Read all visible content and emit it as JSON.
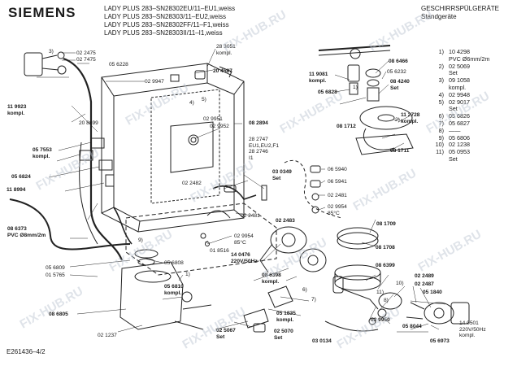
{
  "header": {
    "brand": "SIEMENS",
    "models": [
      "LADY PLUS 283–SN28302EU/11–EU1,weiss",
      "LADY PLUS 283–SN28303/11–EU2,weiss",
      "LADY PLUS 283–SN28302FF/11–F1,weiss",
      "LADY PLUS 283–SN28303II/11–I1,weiss"
    ],
    "category": "GESCHIRRSPÜLGERÄTE",
    "subcategory": "Standgeräte"
  },
  "labels": [
    {
      "id": "l1",
      "lines": [
        "3)"
      ]
    },
    {
      "id": "l2",
      "lines": [
        "02 2475"
      ]
    },
    {
      "id": "l3",
      "lines": [
        "02 7475"
      ]
    },
    {
      "id": "l4",
      "lines": [
        "05 6228"
      ]
    },
    {
      "id": "l5",
      "lines": [
        "02 9947"
      ]
    },
    {
      "id": "l6",
      "lines": [
        "28 3051",
        "kompl."
      ]
    },
    {
      "id": "l7",
      "lines": [
        "20 4587"
      ]
    },
    {
      "id": "l8",
      "lines": [
        "4)"
      ]
    },
    {
      "id": "l9",
      "lines": [
        "5)"
      ]
    },
    {
      "id": "l10",
      "lines": [
        "11 9923",
        "kompl."
      ],
      "bold": true
    },
    {
      "id": "l11",
      "lines": [
        "20 8699"
      ]
    },
    {
      "id": "l12",
      "lines": [
        "02 9951"
      ]
    },
    {
      "id": "l13",
      "lines": [
        "02 9952"
      ]
    },
    {
      "id": "l14",
      "lines": [
        "08 2894"
      ]
    },
    {
      "id": "l15",
      "lines": [
        "28 2747",
        "EU1,EU2,F1",
        "28 2746",
        "I1"
      ]
    },
    {
      "id": "l16",
      "lines": [
        "05 7553",
        "kompl."
      ],
      "bold": true
    },
    {
      "id": "l17",
      "lines": [
        "05 6824"
      ],
      "bold": true
    },
    {
      "id": "l18",
      "lines": [
        "02 2482"
      ]
    },
    {
      "id": "l19",
      "lines": [
        "03 0349",
        "Set"
      ],
      "bold": true
    },
    {
      "id": "l20",
      "lines": [
        "11 8994"
      ],
      "bold": true
    },
    {
      "id": "l21",
      "lines": [
        "02 2481"
      ]
    },
    {
      "id": "l22",
      "lines": [
        "02 2483"
      ],
      "bold": true
    },
    {
      "id": "l23",
      "lines": [
        "02 9954",
        "85°C"
      ]
    },
    {
      "id": "l24",
      "lines": [
        "01 8516"
      ]
    },
    {
      "id": "l25",
      "lines": [
        "08 6373",
        "PVC Ø8mm/2m"
      ],
      "bold": true
    },
    {
      "id": "l26",
      "lines": [
        "9)"
      ]
    },
    {
      "id": "l27",
      "lines": [
        "05 6809"
      ]
    },
    {
      "id": "l28",
      "lines": [
        "01 5765"
      ]
    },
    {
      "id": "l29",
      "lines": [
        "05 6808"
      ]
    },
    {
      "id": "l30",
      "lines": [
        "1)"
      ]
    },
    {
      "id": "l31",
      "lines": [
        "05 6810",
        "kompl."
      ],
      "bold": true
    },
    {
      "id": "l32",
      "lines": [
        "08 6805"
      ],
      "bold": true
    },
    {
      "id": "l33",
      "lines": [
        "02 1237"
      ]
    },
    {
      "id": "l34",
      "lines": [
        "02 5067",
        "Set"
      ],
      "bold": true
    },
    {
      "id": "l35",
      "lines": [
        "05 1835",
        "kompl."
      ],
      "bold": true
    },
    {
      "id": "l36",
      "lines": [
        "02 5070",
        "Set"
      ],
      "bold": true
    },
    {
      "id": "l37",
      "lines": [
        "03 0134"
      ],
      "bold": true
    },
    {
      "id": "l38",
      "lines": [
        "14 0476",
        "220V/50Hz"
      ],
      "bold": true
    },
    {
      "id": "l39",
      "lines": [
        "08 6398",
        "kompl."
      ],
      "bold": true
    },
    {
      "id": "l40",
      "lines": [
        "6)"
      ]
    },
    {
      "id": "l41",
      "lines": [
        "7)"
      ]
    },
    {
      "id": "l42",
      "lines": [
        "08 6466"
      ],
      "bold": true
    },
    {
      "id": "l43",
      "lines": [
        "11 9081",
        "kompl."
      ],
      "bold": true
    },
    {
      "id": "l44",
      "lines": [
        "1)"
      ]
    },
    {
      "id": "l45",
      "lines": [
        "05 6828"
      ],
      "bold": true
    },
    {
      "id": "l46",
      "lines": [
        "05 6232"
      ]
    },
    {
      "id": "l47",
      "lines": [
        "08 4240",
        "Set"
      ],
      "bold": true
    },
    {
      "id": "l48",
      "lines": [
        "2)"
      ]
    },
    {
      "id": "l49",
      "lines": [
        "11 2728",
        "kompl."
      ],
      "bold": true
    },
    {
      "id": "l50",
      "lines": [
        "08 1712"
      ],
      "bold": true
    },
    {
      "id": "l51",
      "lines": [
        "08 1711"
      ],
      "bold": true
    },
    {
      "id": "l52",
      "lines": [
        "06 5940"
      ]
    },
    {
      "id": "l53",
      "lines": [
        "06 5941"
      ]
    },
    {
      "id": "l54",
      "lines": [
        "02 2481"
      ]
    },
    {
      "id": "l55",
      "lines": [
        "02 9954",
        "85°C"
      ]
    },
    {
      "id": "l56",
      "lines": [
        "08 1709"
      ],
      "bold": true
    },
    {
      "id": "l57",
      "lines": [
        "08 1708"
      ],
      "bold": true
    },
    {
      "id": "l58",
      "lines": [
        "08 6399"
      ],
      "bold": true
    },
    {
      "id": "l59",
      "lines": [
        "02 2489"
      ],
      "bold": true
    },
    {
      "id": "l60",
      "lines": [
        "10)"
      ]
    },
    {
      "id": "l61",
      "lines": [
        "02 2487"
      ],
      "bold": true
    },
    {
      "id": "l62",
      "lines": [
        "05 1840"
      ],
      "bold": true
    },
    {
      "id": "l63",
      "lines": [
        "11)"
      ]
    },
    {
      "id": "l64",
      "lines": [
        "8)"
      ]
    },
    {
      "id": "l65",
      "lines": [
        "02 9950"
      ],
      "bold": true
    },
    {
      "id": "l66",
      "lines": [
        "05 8044"
      ],
      "bold": true
    },
    {
      "id": "l67",
      "lines": [
        "14 0501",
        "220V/50Hz",
        "kompl."
      ]
    },
    {
      "id": "l68",
      "lines": [
        "05 6973"
      ],
      "bold": true
    }
  ],
  "legend": [
    {
      "n": "1)",
      "t": "10 4298"
    },
    {
      "n": "",
      "t": "PVC Ø6mm/2m"
    },
    {
      "n": "2)",
      "t": "02 5069"
    },
    {
      "n": "",
      "t": "Set"
    },
    {
      "n": "3)",
      "t": "09 1058"
    },
    {
      "n": "",
      "t": "kompl."
    },
    {
      "n": "4)",
      "t": "02 9948"
    },
    {
      "n": "5)",
      "t": "02 9017"
    },
    {
      "n": "",
      "t": "Set"
    },
    {
      "n": "6)",
      "t": "05 6826"
    },
    {
      "n": "7)",
      "t": "05 6827"
    },
    {
      "n": "8)",
      "t": "——"
    },
    {
      "n": "9)",
      "t": "05 6806"
    },
    {
      "n": "10)",
      "t": "02 1238"
    },
    {
      "n": "11)",
      "t": "05 0953"
    },
    {
      "n": "",
      "t": "Set"
    }
  ],
  "footer": {
    "reference": "E261436–4/2"
  },
  "watermark": "FIX-HUB.RU"
}
